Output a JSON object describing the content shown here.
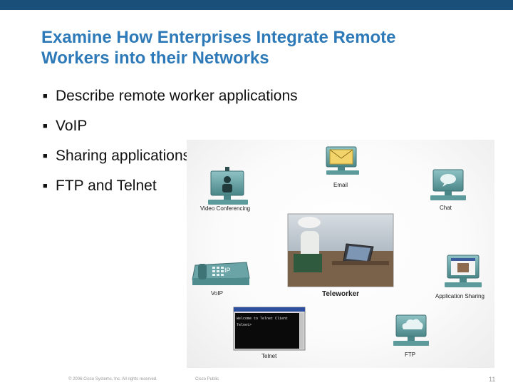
{
  "title": {
    "line1": "Examine How Enterprises Integrate Remote",
    "line2": "Workers into their Networks"
  },
  "bullets": [
    "Describe remote worker applications",
    "VoIP",
    "Sharing applications",
    "FTP and Telnet"
  ],
  "diagram": {
    "labels": {
      "email": "Email",
      "video": "Video Conferencing",
      "chat": "Chat",
      "voip": "VoIP",
      "teleworker": "Teleworker",
      "app_sharing": "Application Sharing",
      "telnet": "Telnet",
      "ftp": "FTP"
    },
    "phone_badge": "IP",
    "telnet_screen": {
      "line1": "Welcome to Telnet Client",
      "line2": "Telnet>"
    }
  },
  "footer": {
    "copyright": "© 2006 Cisco Systems, Inc. All rights reserved.",
    "classification": "Cisco Public",
    "page_number": "11"
  },
  "colors": {
    "top_bar": "#1a4f7a",
    "title": "#2e7ab8",
    "monitor": "#4e8c8e"
  }
}
